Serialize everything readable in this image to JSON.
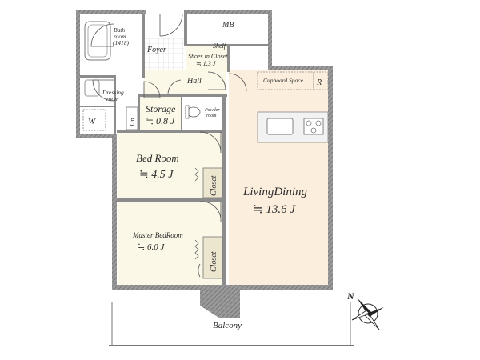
{
  "rooms": {
    "bath": {
      "label_1": "Bath",
      "label_2": "room",
      "label_3": "(1418)"
    },
    "foyer": {
      "label": "Foyer"
    },
    "mb": {
      "label": "MB"
    },
    "shelf": {
      "label": "Shelf"
    },
    "shoes_closet": {
      "label": "Shoes in Closet",
      "area": "≒ 1.3 J"
    },
    "hall": {
      "label": "Hall"
    },
    "cupboard": {
      "label": "Cupboard Space"
    },
    "refrigerator": {
      "label": "R"
    },
    "dressing": {
      "label_1": "Dressing",
      "label_2": "room"
    },
    "washer": {
      "label": "W"
    },
    "linen": {
      "label": "Lin."
    },
    "storage": {
      "label": "Storage",
      "area": "≒ 0.8 J"
    },
    "powder": {
      "label_1": "Powder",
      "label_2": "room"
    },
    "bedroom": {
      "label": "Bed Room",
      "area": "≒ 4.5 J"
    },
    "closet_1": {
      "label": "Closet"
    },
    "living": {
      "label": "LivingDining",
      "area": "≒ 13.6 J"
    },
    "master": {
      "label": "Master BedRoom",
      "area": "≒ 6.0 J"
    },
    "closet_2": {
      "label": "Closet"
    },
    "balcony": {
      "label": "Balcony"
    }
  },
  "compass": {
    "label": "N"
  },
  "colors": {
    "wall": "#8c8c8c",
    "living_floor": "#fbeedd",
    "room_floor": "#fbf8e7",
    "wet_floor": "#ffffff"
  }
}
